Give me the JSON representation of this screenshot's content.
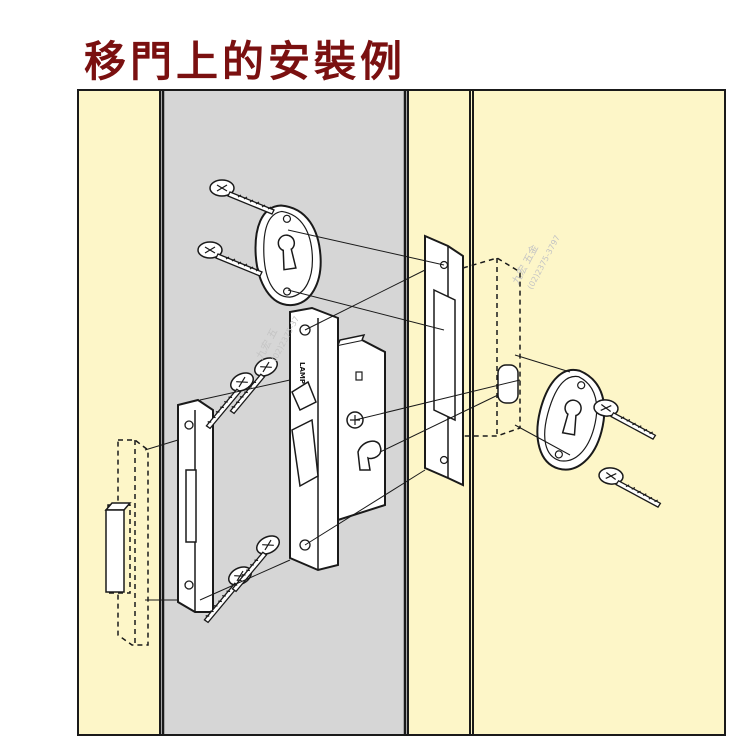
{
  "title": "移門上的安裝例",
  "lock": {
    "brand_label": "LAMP"
  },
  "watermarks": [
    {
      "name": "九宏 五",
      "phone": "(02)2375-37"
    },
    {
      "name": "九宏 五金",
      "phone": "(02)2375-3797"
    }
  ],
  "colors": {
    "title": "#7a1010",
    "door_panel": "#fdf6c8",
    "frame_panel": "#d6d6d6",
    "outline": "#1a1a1a"
  }
}
